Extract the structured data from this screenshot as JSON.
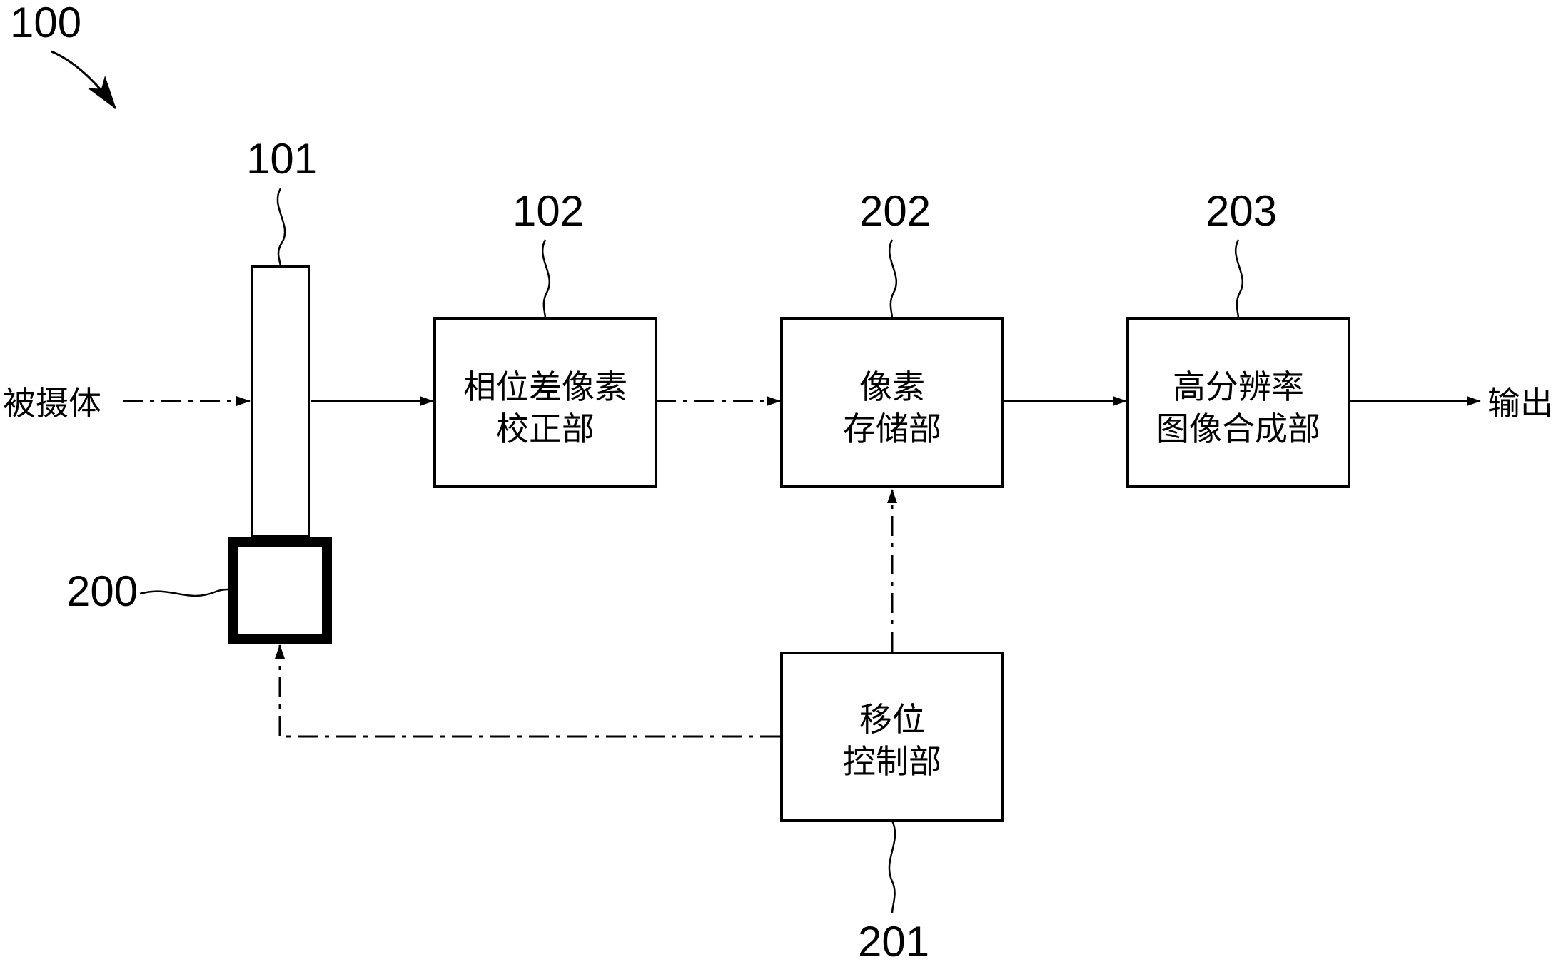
{
  "figure": {
    "ref_label": "100"
  },
  "nodes": {
    "sensor": {
      "ref": "101"
    },
    "shifter": {
      "ref": "200"
    },
    "correction": {
      "ref": "102",
      "line1": "相位差像素",
      "line2": "校正部"
    },
    "storage": {
      "ref": "202",
      "line1": "像素",
      "line2": "存储部"
    },
    "synthesis": {
      "ref": "203",
      "line1": "高分辨率",
      "line2": "图像合成部"
    },
    "shift_control": {
      "ref": "201",
      "line1": "移位",
      "line2": "控制部"
    }
  },
  "io": {
    "input_label": "被摄体",
    "output_label": "输出"
  },
  "colors": {
    "stroke": "#000000",
    "background": "#ffffff"
  }
}
